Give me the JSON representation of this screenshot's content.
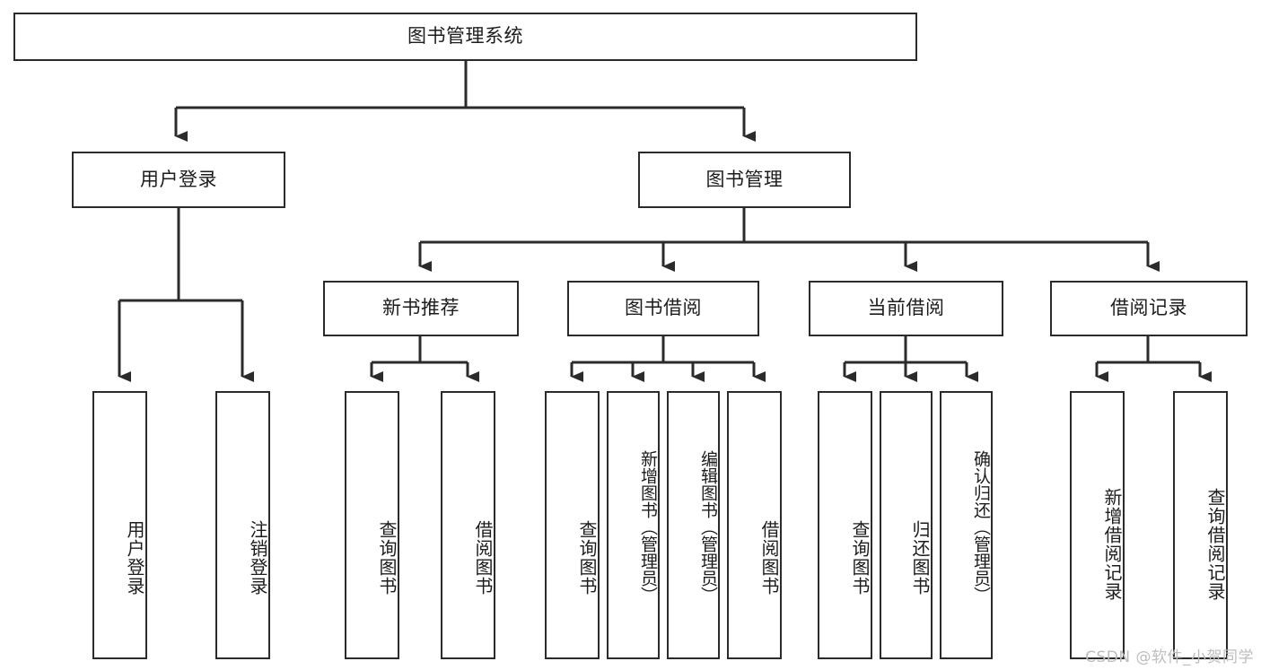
{
  "diagram": {
    "title": "图书管理系统",
    "watermark": "CSDN @软件_小贺同学",
    "line_color": "#2b2b2b",
    "box_fill": "#ffffff",
    "text_color": "#1c1c1c",
    "root": {
      "label": "图书管理系统"
    },
    "level2": [
      {
        "label": "用户登录"
      },
      {
        "label": "图书管理"
      }
    ],
    "level3": [
      {
        "label": "新书推荐"
      },
      {
        "label": "图书借阅"
      },
      {
        "label": "当前借阅"
      },
      {
        "label": "借阅记录"
      }
    ],
    "leaves": {
      "user_login": [
        {
          "label": "用户登录"
        },
        {
          "label": "注销登录"
        }
      ],
      "new_book_recommend": [
        {
          "label": "查询图书"
        },
        {
          "label": "借阅图书"
        }
      ],
      "book_borrow": [
        {
          "label": "查询图书"
        },
        {
          "label": "新增图书（管理员）"
        },
        {
          "label": "编辑图书（管理员）"
        },
        {
          "label": "借阅图书"
        }
      ],
      "current_borrow": [
        {
          "label": "查询图书"
        },
        {
          "label": "归还图书"
        },
        {
          "label": "确认归还（管理员）"
        }
      ],
      "borrow_record": [
        {
          "label": "新增借阅记录"
        },
        {
          "label": "查询借阅记录"
        }
      ]
    }
  }
}
